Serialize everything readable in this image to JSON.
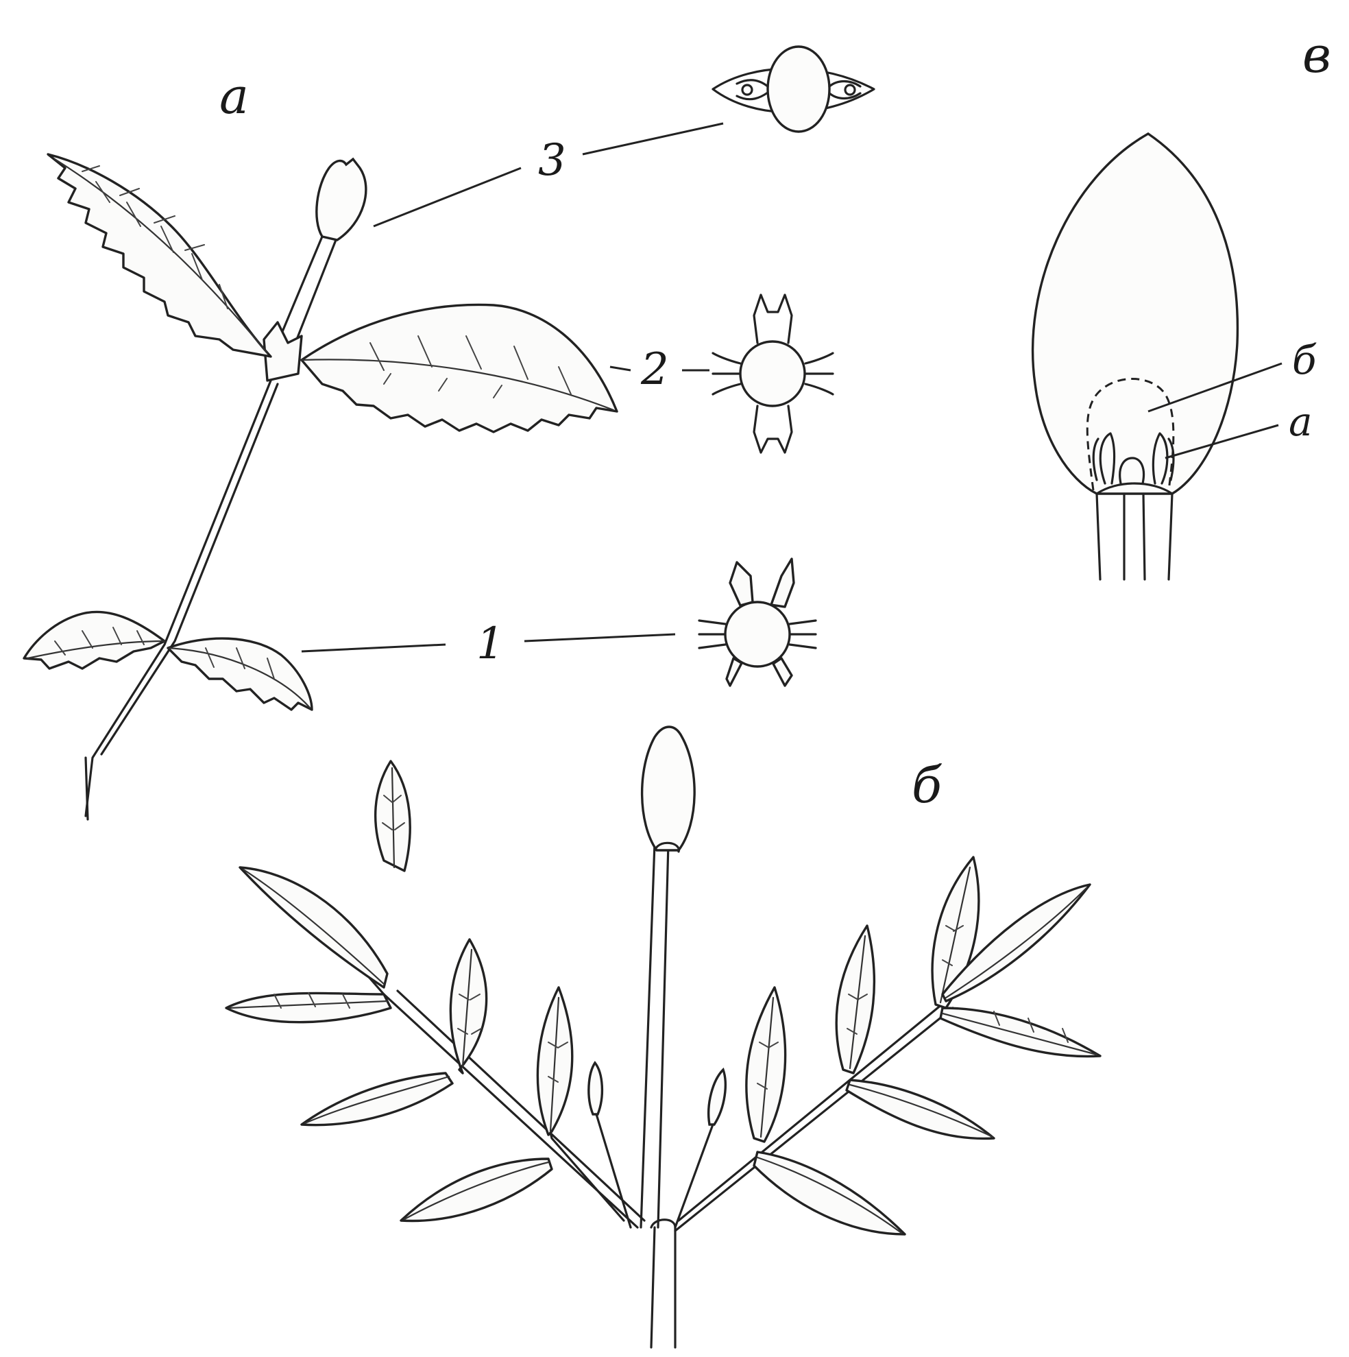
{
  "panels": {
    "a": "a",
    "b": "б",
    "v": "в"
  },
  "sections": {
    "n1": "1",
    "n2": "2",
    "n3": "3"
  },
  "bud_parts": {
    "b": "б",
    "a": "a"
  }
}
